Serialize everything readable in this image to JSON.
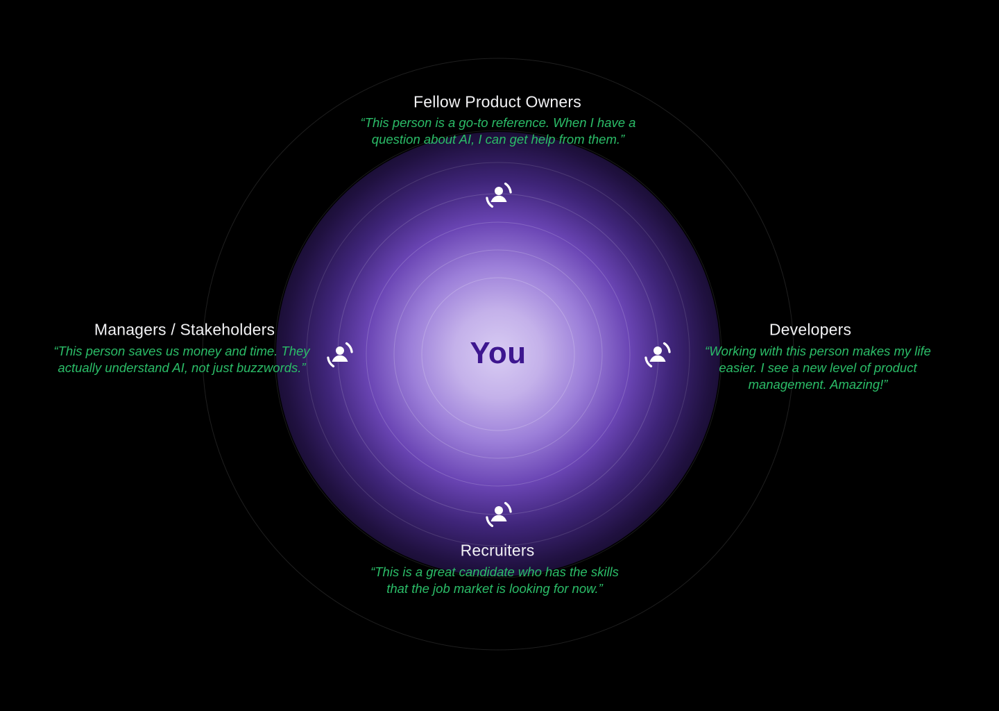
{
  "diagram": {
    "center_label": "You",
    "groups": {
      "top": {
        "title": "Fellow Product Owners",
        "quote": "“This person is a go-to reference. When I have a question about AI, I can get help from them.”"
      },
      "left": {
        "title": "Managers / Stakeholders",
        "quote": "“This person saves us money and time. They actually understand AI, not just buzzwords.”"
      },
      "right": {
        "title": "Developers",
        "quote": "“Working with this person makes my life easier. I see a new level of product management. Amazing!”"
      },
      "bottom": {
        "title": "Recruiters",
        "quote": "“This is a great candidate who has the skills that the job market is looking for now.”"
      }
    },
    "icons": {
      "group_icon": "person-sync-icon"
    },
    "colors": {
      "background": "#000000",
      "heading": "#f2f2f4",
      "quote_green": "#2bbd68",
      "center_text": "#3d168f",
      "glow_core": "#d8ccf3",
      "ring_line": "rgba(255,255,255,0.15)"
    }
  }
}
